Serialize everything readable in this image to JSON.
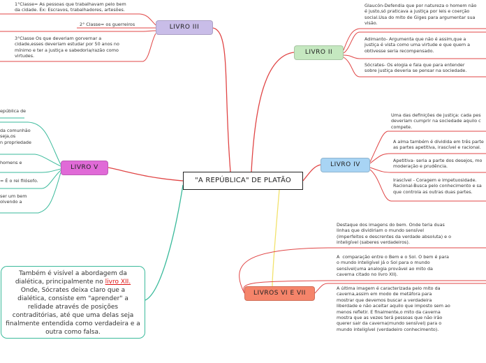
{
  "central": {
    "title": "\"A REPÚBLICA\" DE PLATÃO"
  },
  "livro2": {
    "label": "LIVRO II",
    "items": [
      "Glaucón-Defendia que por natureza o homem não\né justo,só praticava a justiça por leis e coerção\nsocial.Usa do mito de Giges para argumentar sua\nvisão.",
      "Adimanto- Argumenta que não é assim,que a\njustiça é vista como uma virtude e que quem a\nobtivesse seria recompensado.",
      "Sócrates- Os elogia e fala que para entender\nsobre justiça deveria se pensar na sociedade."
    ]
  },
  "livro3": {
    "label": "LIVRO III",
    "items": [
      "1°Classe= As pessoas que trabalhavam pelo bem\nda cidade. Ex: Escravos, trabalhadores, artesões.",
      "2° Classe= os guerreiros",
      "3°Classe Os que deveriam gorvernar a\ncidade,esses deveriam estudar por 50 anos no\nmínimo e ter a justiça e sabedoria/razão como\nvirtudes."
    ]
  },
  "livro4": {
    "label": "LIVRO IV",
    "items": [
      "Uma das definições de justiça: cada pes\ndeveriam cumprir na sociedade aquilo c\ncompete.",
      "A alma também é dividida em três parte\nas partes apetitiva, irascível e racional.",
      "Apetitiva- seria a parte dos desejos, mo\nmoderação e prudência.",
      "Irascível - Coragem e impetuosidade.\nRacional-Busca pelo conhecimento e sa\nque controla as outras duas partes."
    ]
  },
  "livro5": {
    "label": "LIVRO V",
    "items": [
      "epública de",
      "da comunhão\nseja,os\nn propriedade",
      "homens e",
      "= É o rei filósofo.",
      "ser um bem\nolvendo a"
    ],
    "xii_box": {
      "text_before": "Também é visível a abordagem da dialética, principalmente no",
      "link": "livro XII.",
      "text_after": "Onde, Sócrates deixa claro que a dialética, consiste em \"aprender\" a relidade através de posições contraditórias, até que uma delas seja finalmente entendida como verdadeira e a outra como falsa."
    }
  },
  "livros67": {
    "label": "LIVROS VI E VII",
    "items": [
      "Destaque dos imagens do bem. Onde teria duas\nlinhas que dividiriam o mundo sensível\n(imperfeitos e descrentes da verdade absoluta) e o\ninteligível (saberes verdadeiros).",
      "A  comparação entre o Bem e o Sol. O bem é para\no mundo inteligível já o Sol para o mundo\nsensível(uma analogia provável ao mito da\ncaverna citado no livro XII).",
      "A última imagem é caracterizada pelo mito da\ncaverna,assim em modo de metáfora para\nmostrar que devemos buscar a verdadeira\nliberdade e não aceitar aquilo que imposto sem ao\nmenos refletir. E finalmente,o mito da caverna\nmostra que as vezes terá pessoas que não irão\nquerer sair da caverna(mundo sensível) para o\nmundo inteligível (verdadeiro conhecimento)."
    ]
  },
  "colors": {
    "livro2": "#c5e8c0",
    "livro3": "#c9bde8",
    "livro4": "#a8d4f4",
    "livro5": "#e06ad7",
    "livros67": "#f5846a",
    "teal": "#3aba9b"
  }
}
